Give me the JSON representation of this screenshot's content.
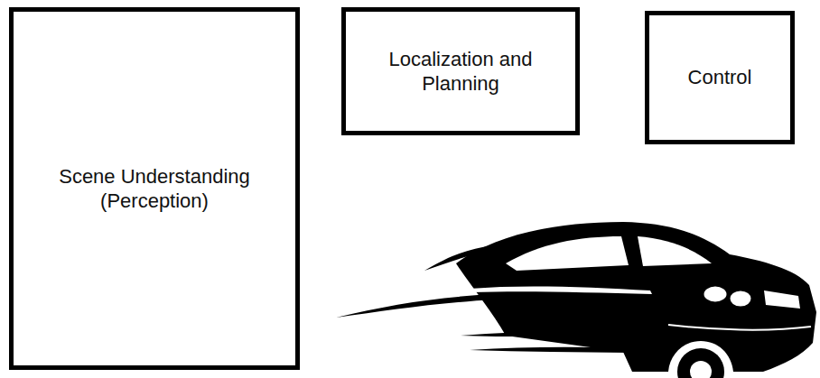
{
  "diagram": {
    "nodes": [
      {
        "text": [
          "Scene Understanding (Perception)"
        ]
      },
      {
        "text": [
          "Localization and Planning"
        ]
      },
      {
        "text": [
          "Control"
        ]
      }
    ]
  }
}
